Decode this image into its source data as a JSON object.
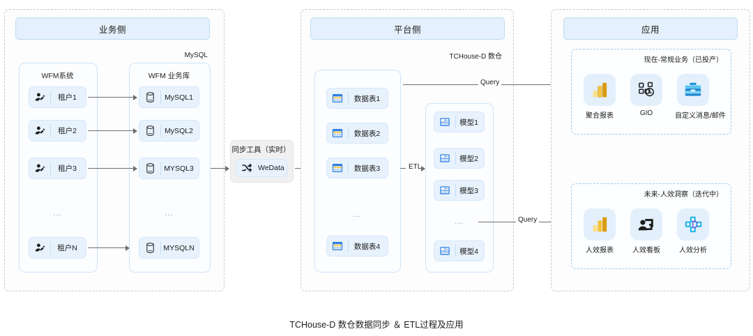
{
  "caption": "TCHouse-D 数仓数据同步 ＆ ETL过程及应用",
  "zones": {
    "business": {
      "header": "业务侧",
      "wfm_panel_title": "WFM系统",
      "db_panel_title": "WFM 业务库",
      "db_panel_corner": "MySQL",
      "tenants": [
        {
          "label": "租户1"
        },
        {
          "label": "租户2"
        },
        {
          "label": "租户3"
        },
        {
          "label": "租户N"
        }
      ],
      "tenant_ellipsis": "...",
      "databases": [
        {
          "label": "MySQL1"
        },
        {
          "label": "MySQL2"
        },
        {
          "label": "MYSQL3"
        },
        {
          "label": "MYSQLN"
        }
      ],
      "database_ellipsis": "..."
    },
    "sync": {
      "title": "同步工具（实时）",
      "tool_label": "WeData"
    },
    "platform": {
      "header": "平台侧",
      "corner_label": "TCHouse-D 数仓",
      "tables": [
        {
          "label": "数据表1"
        },
        {
          "label": "数据表2"
        },
        {
          "label": "数据表3"
        },
        {
          "label": "数据表4"
        }
      ],
      "table_ellipsis": "...",
      "models": [
        {
          "label": "模型1"
        },
        {
          "label": "模型2"
        },
        {
          "label": "模型3"
        },
        {
          "label": "模型4"
        }
      ],
      "model_ellipsis": "...",
      "etl_label": "ETL"
    },
    "application": {
      "header": "应用",
      "groups": [
        {
          "label": "现在-常规业务（已投产）",
          "items": [
            {
              "name": "聚合报表",
              "icon": "bar-chart-icon"
            },
            {
              "name": "GIO",
              "icon": "blocks-clock-icon"
            },
            {
              "name": "自定义消息/邮件",
              "icon": "toolbox-icon"
            }
          ]
        },
        {
          "label": "未来-人效洞察（迭代中）",
          "items": [
            {
              "name": "人效报表",
              "icon": "bar-chart-icon"
            },
            {
              "name": "人效看板",
              "icon": "person-screen-icon"
            },
            {
              "name": "人效分析",
              "icon": "network-nodes-icon"
            }
          ]
        }
      ]
    }
  },
  "connectors": {
    "query_top": "Query",
    "query_bottom": "Query"
  },
  "colors": {
    "header_fill": "#e4f0fb",
    "header_border": "#bcdcf5",
    "chip_fill": "#e8f2fd",
    "panel_border": "#cfe4f7",
    "zone_border": "#c9c9c9",
    "arrow": "#6e6e6e",
    "app_group_border": "#9ecbf0"
  }
}
